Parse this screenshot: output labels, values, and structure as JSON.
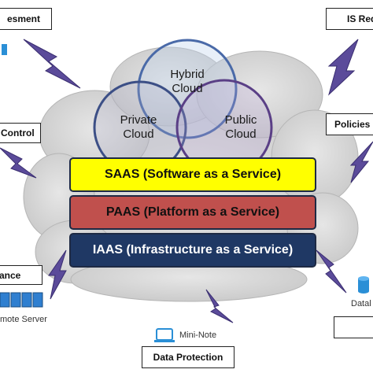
{
  "boxes": {
    "top_left": "esment",
    "top_right": "IS Req",
    "left_mid": "Control",
    "right_mid": "Policies",
    "bottom_left": "ance",
    "bottom_center": "Data Protection"
  },
  "circles": {
    "hybrid": {
      "line1": "Hybrid",
      "line2": "Cloud"
    },
    "private": {
      "line1": "Private",
      "line2": "Cloud"
    },
    "public": {
      "line1": "Public",
      "line2": "Cloud"
    }
  },
  "layers": {
    "saas": "SAAS (Software as a Service)",
    "paas": "PAAS (Platform as a Service)",
    "iaas": "IAAS (Infrastructure as a Service)"
  },
  "captions": {
    "remote_server": "mote Server",
    "mini_note": "Mini-Note",
    "database": "Datal"
  },
  "colors": {
    "saas": "#ffff00",
    "paas": "#c0504d",
    "iaas": "#1f3864",
    "lightning": "#5b4b9a",
    "cloud": "#d4d4d4"
  },
  "icons": {
    "servers": "server-rack-icon",
    "laptop": "laptop-icon",
    "database": "database-icon",
    "computer": "computer-icon"
  }
}
